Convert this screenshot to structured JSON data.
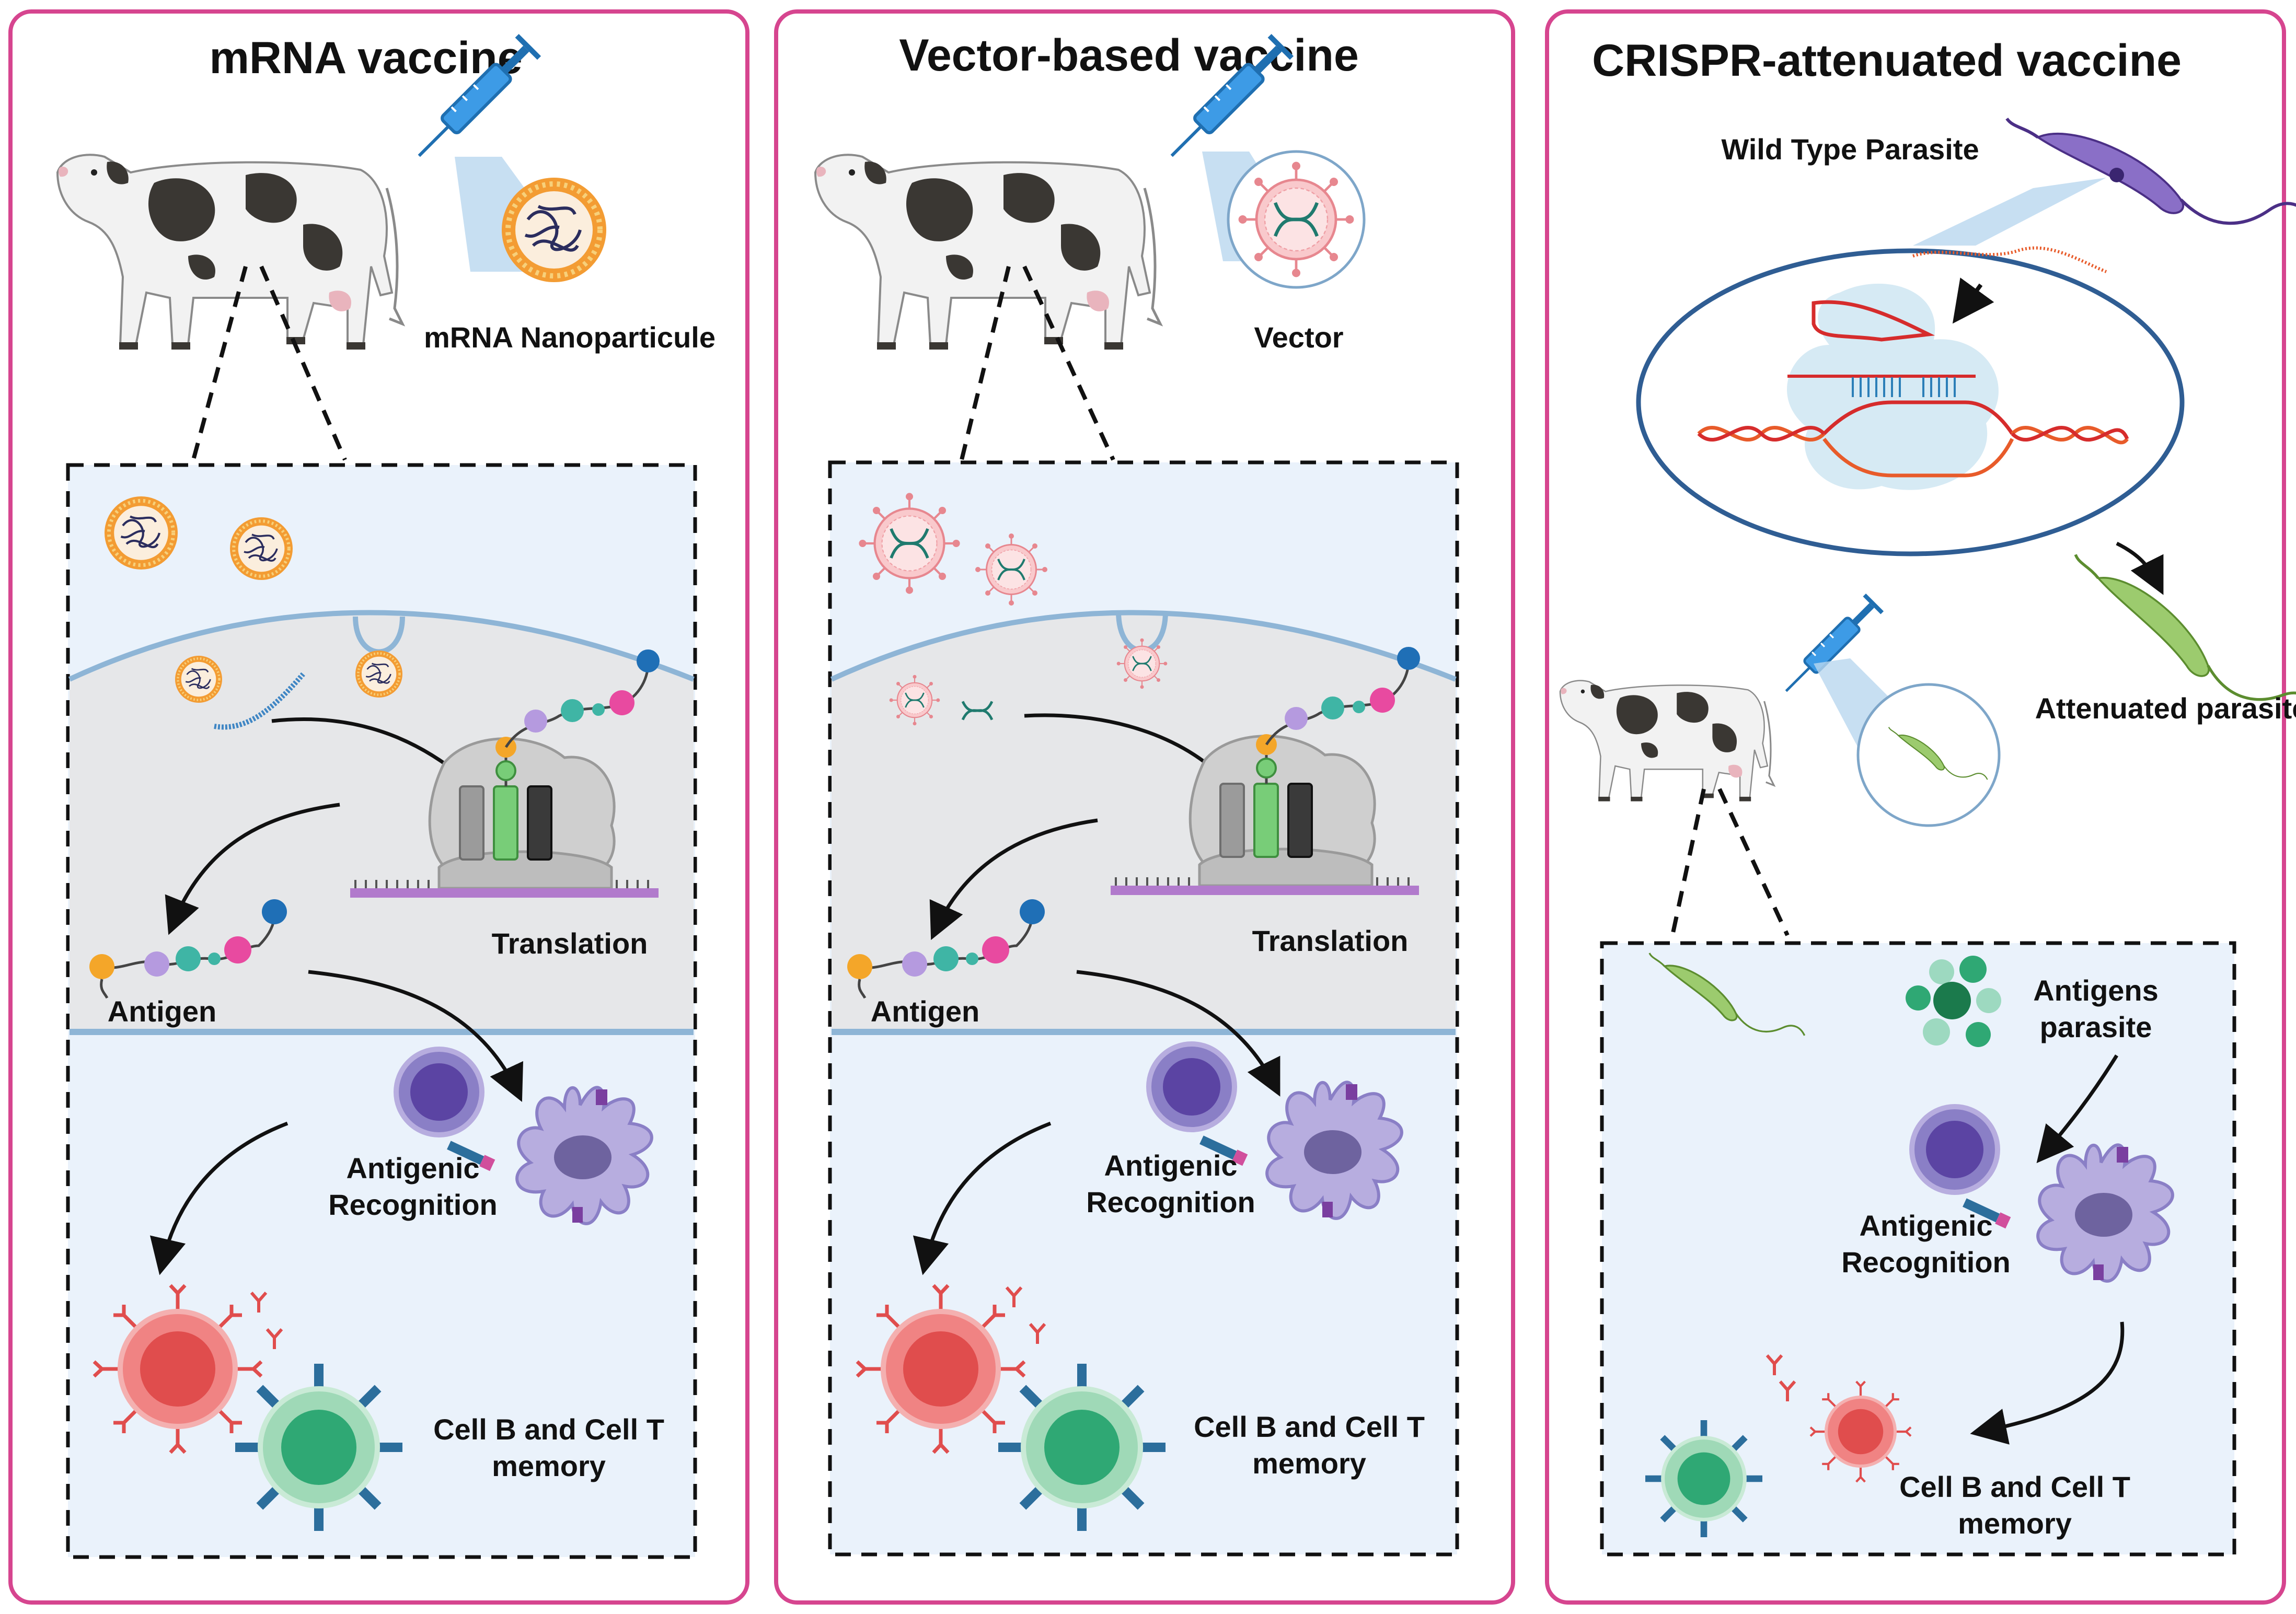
{
  "panels": [
    {
      "title": "mRNA vaccine",
      "particle_label": "mRNA Nanoparticule",
      "translation": "Translation",
      "antigen": "Antigen",
      "recognition_line1": "Antigenic",
      "recognition_line2": "Recognition",
      "memory_line1": "Cell B and Cell T",
      "memory_line2": "memory"
    },
    {
      "title": "Vector-based vaccine",
      "particle_label": "Vector",
      "translation": "Translation",
      "antigen": "Antigen",
      "recognition_line1": "Antigenic",
      "recognition_line2": "Recognition",
      "memory_line1": "Cell B and Cell T",
      "memory_line2": "memory"
    },
    {
      "title": "CRISPR-attenuated vaccine",
      "wild_type": "Wild Type Parasite",
      "attenuated": "Attenuated parasite",
      "antigens_line1": "Antigens",
      "antigens_line2": "parasite",
      "recognition_line1": "Antigenic",
      "recognition_line2": "Recognition",
      "memory_line1": "Cell B and Cell T",
      "memory_line2": "memory"
    }
  ],
  "colors": {
    "panel_border": "#d6458f",
    "inset_fill": "#eaf2fb",
    "cell_fill": "#e6e7e9",
    "membrane": "#8eb5d6",
    "b_cell": "#e04d4d",
    "t_cell": "#2fa874",
    "dendritic": "#8a7fc6",
    "lymphocyte": "#5b44a3",
    "parasite_wild": "#6b4aa6",
    "parasite_att": "#7aad49",
    "nucleus_border": "#2f5d93",
    "syringe": "#2f8fd6"
  }
}
